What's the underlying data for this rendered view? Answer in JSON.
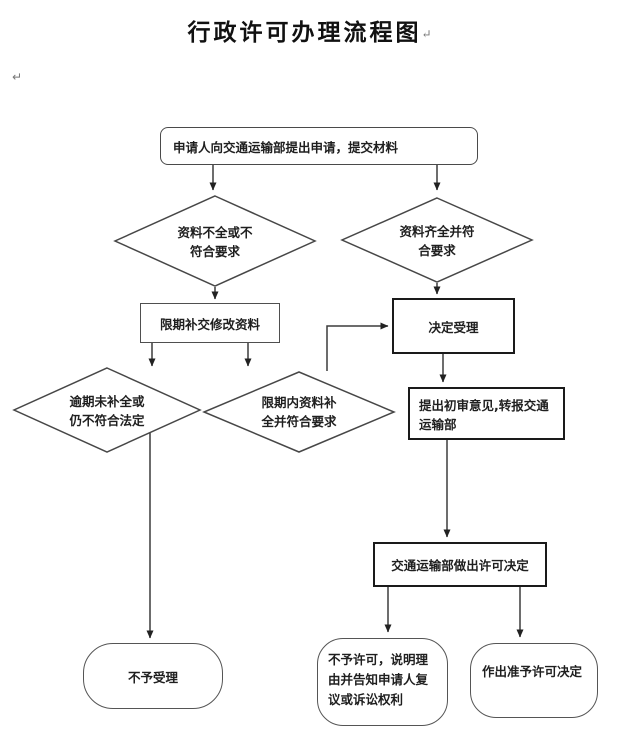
{
  "title": {
    "text": "行政许可办理流程图",
    "return_mark": "↵"
  },
  "stray_mark": "↵",
  "nodes": {
    "start": {
      "text": "申请人向交通运输部提出申请，提交材料"
    },
    "diamond_incomplete": {
      "lines": [
        "资料不全或不",
        "符合要求"
      ]
    },
    "diamond_complete": {
      "lines": [
        "资料齐全并符",
        "合要求"
      ]
    },
    "supplement": {
      "text": "限期补交修改资料"
    },
    "accept": {
      "text": "决定受理"
    },
    "diamond_overdue": {
      "lines": [
        "逾期未补全或",
        "仍不符合法定"
      ]
    },
    "diamond_fixed": {
      "lines": [
        "限期内资料补",
        "全并符合要求"
      ]
    },
    "review": {
      "lines": [
        "提出初审意见,转报交通",
        "运输部"
      ]
    },
    "decision": {
      "text": "交通运输部做出许可决定"
    },
    "not_accepted": {
      "text": "不予受理"
    },
    "deny": {
      "lines": [
        "不予许可，说明理",
        "由并告知申请人复",
        "议或诉讼权利"
      ]
    },
    "grant": {
      "text": "作出准予许可决定"
    }
  },
  "colors": {
    "line": "#3c3c3c",
    "process_border": "#1a1a1a",
    "soft_border": "#555555",
    "text": "#1f1f1f",
    "background": "#ffffff"
  }
}
